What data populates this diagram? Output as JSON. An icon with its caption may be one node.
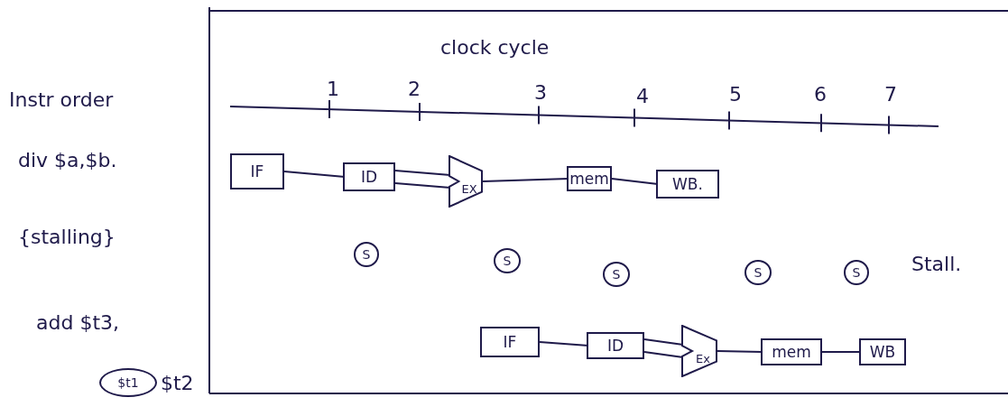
{
  "diagram": {
    "nodes": [
      {
        "text": [
          "IF"
        ]
      },
      {
        "text": [
          "ID"
        ]
      },
      {
        "text": [
          "EX"
        ]
      },
      {
        "text": [
          "mem"
        ]
      },
      {
        "text": [
          "WB."
        ]
      },
      {
        "text": [
          "S"
        ]
      },
      {
        "text": [
          "S"
        ]
      },
      {
        "text": [
          "S"
        ]
      },
      {
        "text": [
          "S"
        ]
      },
      {
        "text": [
          "S"
        ]
      },
      {
        "text": [
          "IF"
        ]
      },
      {
        "text": [
          "ID"
        ]
      },
      {
        "text": [
          "Ex"
        ]
      },
      {
        "text": [
          "mem"
        ]
      },
      {
        "text": [
          "WB"
        ]
      },
      {
        "text": [
          "$t1"
        ]
      }
    ],
    "edges": [
      {
        "from": 0,
        "to": 1,
        "arrow": "none"
      },
      {
        "from": 1,
        "to": 2,
        "arrow": "none"
      },
      {
        "from": 1,
        "to": 2,
        "arrow": "none"
      },
      {
        "from": 2,
        "to": 3,
        "arrow": "none"
      },
      {
        "from": 3,
        "to": 4,
        "arrow": "none"
      },
      {
        "from": 10,
        "to": 11,
        "arrow": "none"
      },
      {
        "from": 11,
        "to": 12,
        "arrow": "none"
      },
      {
        "from": 11,
        "to": 12,
        "arrow": "none"
      },
      {
        "from": 12,
        "to": 13,
        "arrow": "none"
      },
      {
        "from": 13,
        "to": 14,
        "arrow": "none"
      }
    ],
    "labels": [
      "clock cycle",
      "Instr order",
      "1",
      "2",
      "3",
      "4",
      "5",
      "6",
      "7",
      "div $a,$b.",
      "{stalling}",
      "Stall.",
      "add $t3,",
      "$t2"
    ]
  }
}
